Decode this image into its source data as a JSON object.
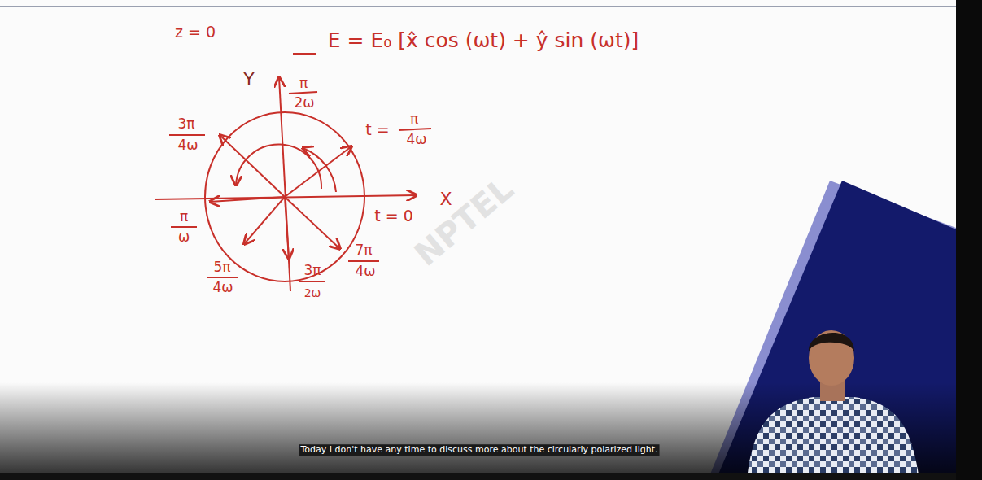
{
  "diagram": {
    "labels": [
      "z = 0",
      "E = E₀ [x̂ cos (ωt) + ŷ sin (ωt)]",
      "Y",
      "π",
      "2ω",
      "3π",
      "4ω",
      "t =",
      "π",
      "4ω",
      "X",
      "t = 0",
      "π",
      "ω",
      "5π",
      "4ω",
      "3π",
      "2ω",
      "7π",
      "4ω",
      "NPTEL",
      "Today I don't have any time to discuss more about the circularly polarized light."
    ]
  }
}
